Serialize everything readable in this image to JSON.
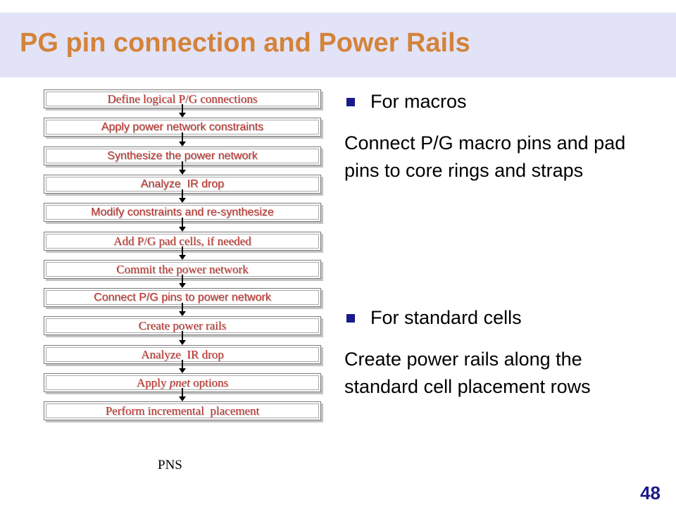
{
  "slide": {
    "title": "PG pin connection and Power Rails",
    "page_number": "48",
    "title_color": "#d4833a",
    "title_band_color": "#e3e3f7",
    "accent_color": "#1a1a8c"
  },
  "flow": {
    "step_color": "#c0302a",
    "caption": "PNS",
    "steps": [
      {
        "label": "Define logical P/G connections",
        "font": "serif"
      },
      {
        "label": "Apply power network constraints",
        "font": "sans"
      },
      {
        "label": "Synthesize the power network",
        "font": "sans"
      },
      {
        "label": "Analyze  IR drop",
        "font": "sans"
      },
      {
        "label": "Modify constraints and re-synthesize",
        "font": "sans"
      },
      {
        "label": "Add P/G pad cells, if needed",
        "font": "serif"
      },
      {
        "label": "Commit the power network",
        "font": "serif"
      },
      {
        "label": "Connect P/G pins to power network",
        "font": "sans"
      },
      {
        "label": "Create power rails",
        "font": "serif"
      },
      {
        "label": "Analyze  IR drop",
        "font": "serif"
      },
      {
        "label": "Apply pnet options",
        "font": "serif",
        "prefix": "Apply ",
        "emphasis": "pnet",
        "suffix": " options"
      },
      {
        "label": "Perform incremental  placement",
        "font": "serif"
      }
    ]
  },
  "content": {
    "macros": {
      "bullet": "For macros",
      "text": "Connect P/G macro pins and pad pins to core rings and straps"
    },
    "standard_cells": {
      "bullet": "For standard cells",
      "text": "Create power rails along the standard cell placement rows"
    }
  }
}
